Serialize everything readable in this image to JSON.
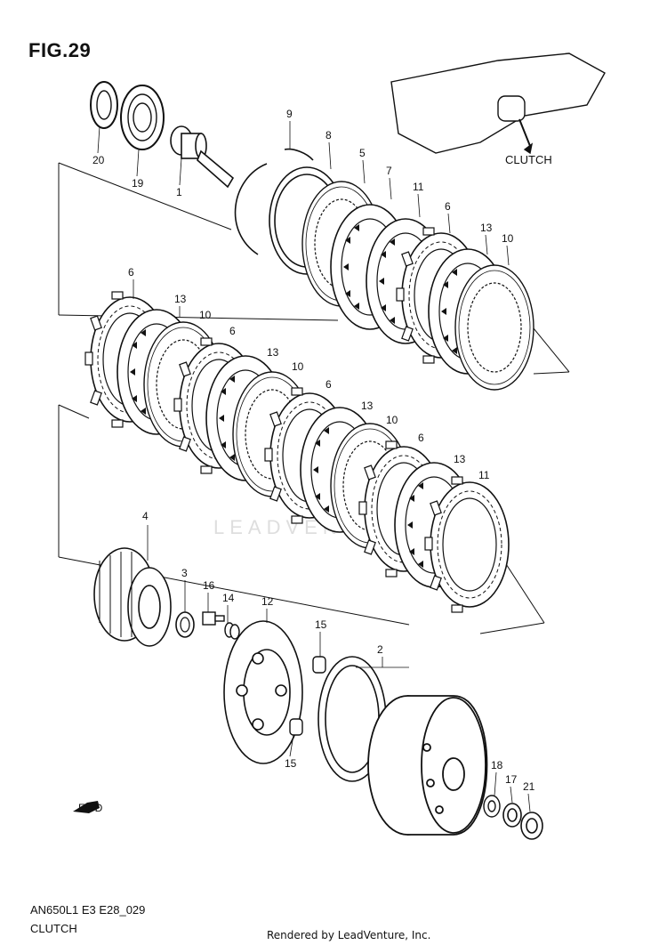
{
  "figure": {
    "title": "FIG.29",
    "model_code": "AN650L1 E3 E28_029",
    "section_name": "CLUTCH",
    "rendered_by": "Rendered by LeadVenture, Inc.",
    "watermark": "LEADVENTURE",
    "inset_label": "CLUTCH",
    "fwd_label": "FWD"
  },
  "part_callouts": {
    "p20": "20",
    "p19": "19",
    "p1": "1",
    "p9": "9",
    "p8": "8",
    "p5": "5",
    "p7": "7",
    "p11a": "11",
    "p6a": "6",
    "p13a": "13",
    "p10a": "10",
    "p6b": "6",
    "p13b": "13",
    "p10b": "10",
    "p6c": "6",
    "p13c": "13",
    "p10c": "10",
    "p6d": "6",
    "p13d": "13",
    "p10d": "10",
    "p6e": "6",
    "p13e": "13",
    "p11b": "11",
    "p4": "4",
    "p3": "3",
    "p16": "16",
    "p14": "14",
    "p12": "12",
    "p15a": "15",
    "p15b": "15",
    "p2": "2",
    "p18": "18",
    "p17": "17",
    "p21": "21"
  }
}
